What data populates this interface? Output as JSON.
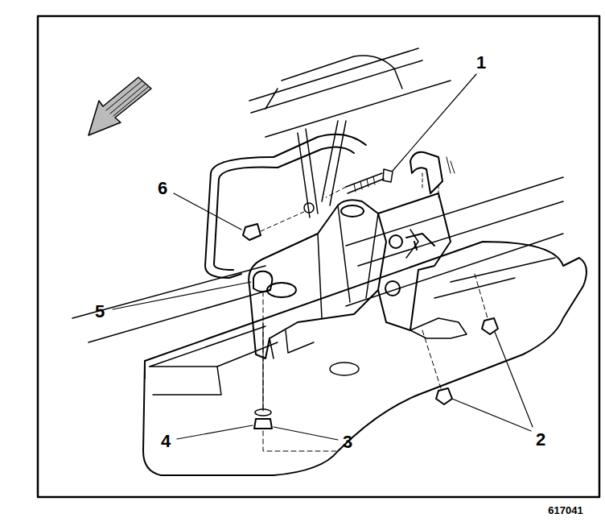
{
  "diagram": {
    "labels": [
      "1",
      "2",
      "3",
      "4",
      "5",
      "6",
      "617041"
    ]
  }
}
